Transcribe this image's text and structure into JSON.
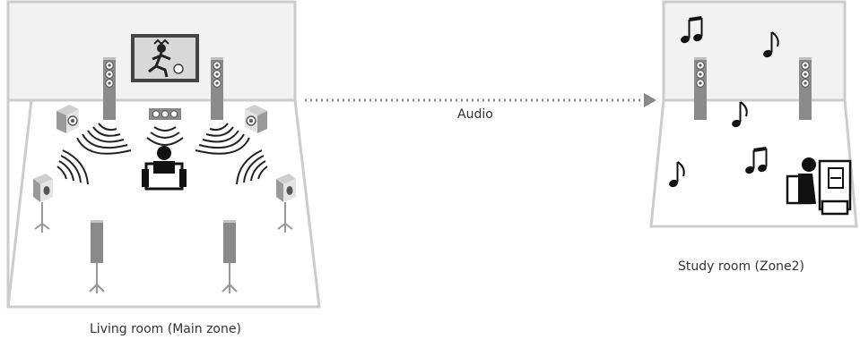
{
  "labels": {
    "living_room": "Living room (Main zone)",
    "study_room": "Study room (Zone2)",
    "audio": "Audio"
  },
  "colors": {
    "room_outline": "#cccccc",
    "room_fill": "#ffffff",
    "wall_fill": "#f0f0f0",
    "speaker": "#8a8a8a",
    "speaker_dark": "#555555",
    "icon_dark": "#222222",
    "arrow": "#888888"
  },
  "icons": {
    "tv": "tv-icon",
    "front_speaker": "tower-speaker-icon",
    "center_speaker": "center-speaker-icon",
    "subwoofer": "subwoofer-icon",
    "surround_speaker": "surround-speaker-icon",
    "listener": "listener-icon",
    "music_note": "music-note-icon",
    "receiver": "receiver-icon"
  }
}
